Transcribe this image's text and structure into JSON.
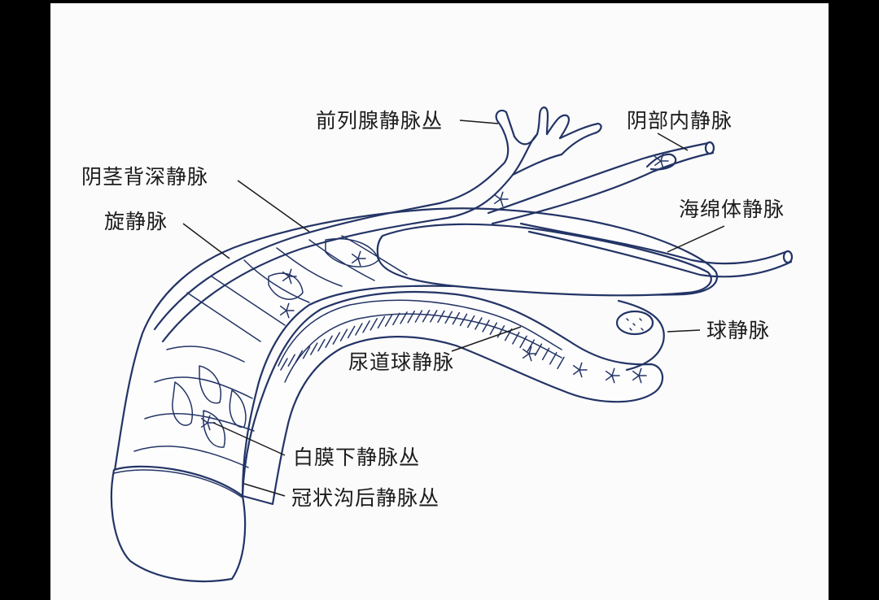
{
  "labels": {
    "prostatic_plexus": "前列腺静脉丛",
    "internal_pudendal": "阴部内静脉",
    "deep_dorsal": "阴茎背深静脉",
    "cavernosal": "海绵体静脉",
    "circumflex": "旋静脉",
    "bulbar": "球静脉",
    "bulbourethral": "尿道球静脉",
    "subtunical_plexus": "白膜下静脉丛",
    "retrocoronal_plexus": "冠状沟后静脉丛"
  },
  "colors": {
    "line": "#233466",
    "paper": "#fbfbfb",
    "frame": "#000000"
  }
}
